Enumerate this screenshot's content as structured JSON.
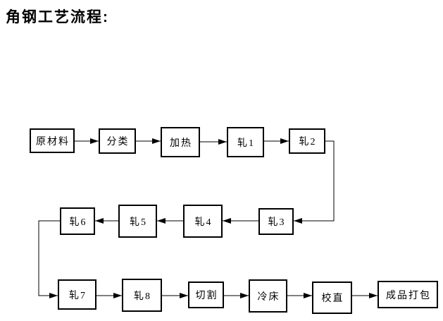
{
  "title": "角钢工艺流程:",
  "colors": {
    "line": "#000000",
    "background": "#ffffff",
    "text": "#000000"
  },
  "diagram": {
    "type": "flowchart",
    "nodes": [
      {
        "id": "raw-material",
        "label": "原材料"
      },
      {
        "id": "sorting",
        "label": "分类"
      },
      {
        "id": "heating",
        "label": "加热"
      },
      {
        "id": "roll-1",
        "label": "轧1"
      },
      {
        "id": "roll-2",
        "label": "轧2"
      },
      {
        "id": "roll-3",
        "label": "轧3"
      },
      {
        "id": "roll-4",
        "label": "轧4"
      },
      {
        "id": "roll-5",
        "label": "轧5"
      },
      {
        "id": "roll-6",
        "label": "轧6"
      },
      {
        "id": "roll-7",
        "label": "轧7"
      },
      {
        "id": "roll-8",
        "label": "轧8"
      },
      {
        "id": "cutting",
        "label": "切割"
      },
      {
        "id": "cooling-bed",
        "label": "冷床"
      },
      {
        "id": "straightening",
        "label": "校直"
      },
      {
        "id": "packing",
        "label": "成品打包"
      }
    ],
    "edges": [
      {
        "from": "raw-material",
        "to": "sorting"
      },
      {
        "from": "sorting",
        "to": "heating"
      },
      {
        "from": "heating",
        "to": "roll-1"
      },
      {
        "from": "roll-1",
        "to": "roll-2"
      },
      {
        "from": "roll-2",
        "to": "roll-3"
      },
      {
        "from": "roll-3",
        "to": "roll-4"
      },
      {
        "from": "roll-4",
        "to": "roll-5"
      },
      {
        "from": "roll-5",
        "to": "roll-6"
      },
      {
        "from": "roll-6",
        "to": "roll-7"
      },
      {
        "from": "roll-7",
        "to": "roll-8"
      },
      {
        "from": "roll-8",
        "to": "cutting"
      },
      {
        "from": "cutting",
        "to": "cooling-bed"
      },
      {
        "from": "cooling-bed",
        "to": "straightening"
      },
      {
        "from": "straightening",
        "to": "packing"
      }
    ]
  }
}
